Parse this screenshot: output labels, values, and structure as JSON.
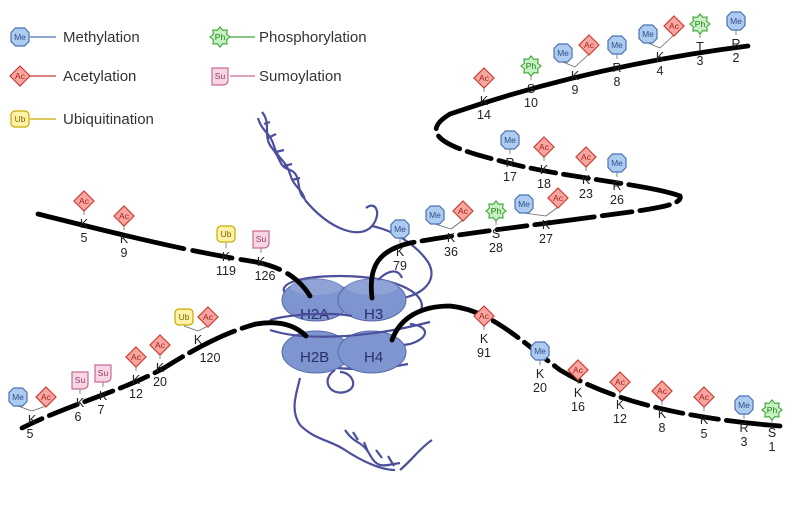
{
  "colors": {
    "me_fill": "#aecbf0",
    "me_stroke": "#4a72b4",
    "ac_fill": "#f7a7a0",
    "ac_stroke": "#cc3b33",
    "ub_fill": "#fff2a8",
    "ub_stroke": "#c9a800",
    "ph_fill": "#c6f1c0",
    "ph_stroke": "#3ea23a",
    "su_fill": "#f8d5e4",
    "su_stroke": "#c46d95",
    "tail": "#000000",
    "dna": "#4b4f9c",
    "core": "#7f95cf"
  },
  "legend": [
    {
      "type": "Me",
      "label": "Methylation"
    },
    {
      "type": "Ac",
      "label": "Acetylation"
    },
    {
      "type": "Ub",
      "label": "Ubiquitination"
    },
    {
      "type": "Ph",
      "label": "Phosphorylation"
    },
    {
      "type": "Su",
      "label": "Sumoylation"
    }
  ],
  "core_labels": {
    "h2a": "H2A",
    "h3": "H3",
    "h2b": "H2B",
    "h4": "H4"
  },
  "badge_text": {
    "Me": "Me",
    "Ac": "Ac",
    "Ub": "Ub",
    "Ph": "Ph",
    "Su": "Su"
  },
  "sites": [
    {
      "res": "K",
      "num": "5",
      "mods": [
        "Ac"
      ]
    },
    {
      "res": "K",
      "num": "9",
      "mods": [
        "Ac"
      ]
    },
    {
      "res": "K",
      "num": "119",
      "mods": [
        "Ub"
      ]
    },
    {
      "res": "K",
      "num": "126",
      "mods": [
        "Su"
      ]
    },
    {
      "res": "K",
      "num": "5",
      "mods": [
        "Me",
        "Ac"
      ]
    },
    {
      "res": "K",
      "num": "6",
      "mods": [
        "Su"
      ]
    },
    {
      "res": "K",
      "num": "7",
      "mods": [
        "Su"
      ]
    },
    {
      "res": "K",
      "num": "12",
      "mods": [
        "Ac"
      ]
    },
    {
      "res": "K",
      "num": "20",
      "mods": [
        "Ac"
      ]
    },
    {
      "res": "K",
      "num": "120",
      "mods": [
        "Ub",
        "Ac"
      ]
    },
    {
      "res": "K",
      "num": "14",
      "mods": [
        "Ac"
      ]
    },
    {
      "res": "S",
      "num": "10",
      "mods": [
        "Ph"
      ]
    },
    {
      "res": "K",
      "num": "9",
      "mods": [
        "Me",
        "Ac"
      ]
    },
    {
      "res": "R",
      "num": "8",
      "mods": [
        "Me"
      ]
    },
    {
      "res": "K",
      "num": "4",
      "mods": [
        "Me",
        "Ac"
      ]
    },
    {
      "res": "T",
      "num": "3",
      "mods": [
        "Ph"
      ]
    },
    {
      "res": "R",
      "num": "2",
      "mods": [
        "Me"
      ]
    },
    {
      "res": "R",
      "num": "17",
      "mods": [
        "Me"
      ]
    },
    {
      "res": "K",
      "num": "18",
      "mods": [
        "Ac"
      ]
    },
    {
      "res": "K",
      "num": "23",
      "mods": [
        "Ac"
      ]
    },
    {
      "res": "R",
      "num": "26",
      "mods": [
        "Me"
      ]
    },
    {
      "res": "K",
      "num": "79",
      "mods": [
        "Me"
      ]
    },
    {
      "res": "K",
      "num": "36",
      "mods": [
        "Me",
        "Ac"
      ]
    },
    {
      "res": "S",
      "num": "28",
      "mods": [
        "Ph"
      ]
    },
    {
      "res": "K",
      "num": "27",
      "mods": [
        "Me",
        "Ac"
      ]
    },
    {
      "res": "K",
      "num": "91",
      "mods": [
        "Ac"
      ]
    },
    {
      "res": "K",
      "num": "20",
      "mods": [
        "Me"
      ]
    },
    {
      "res": "K",
      "num": "16",
      "mods": [
        "Ac"
      ]
    },
    {
      "res": "K",
      "num": "12",
      "mods": [
        "Ac"
      ]
    },
    {
      "res": "K",
      "num": "8",
      "mods": [
        "Ac"
      ]
    },
    {
      "res": "K",
      "num": "5",
      "mods": [
        "Ac"
      ]
    },
    {
      "res": "R",
      "num": "3",
      "mods": [
        "Me"
      ]
    },
    {
      "res": "S",
      "num": "1",
      "mods": [
        "Ph"
      ]
    }
  ]
}
